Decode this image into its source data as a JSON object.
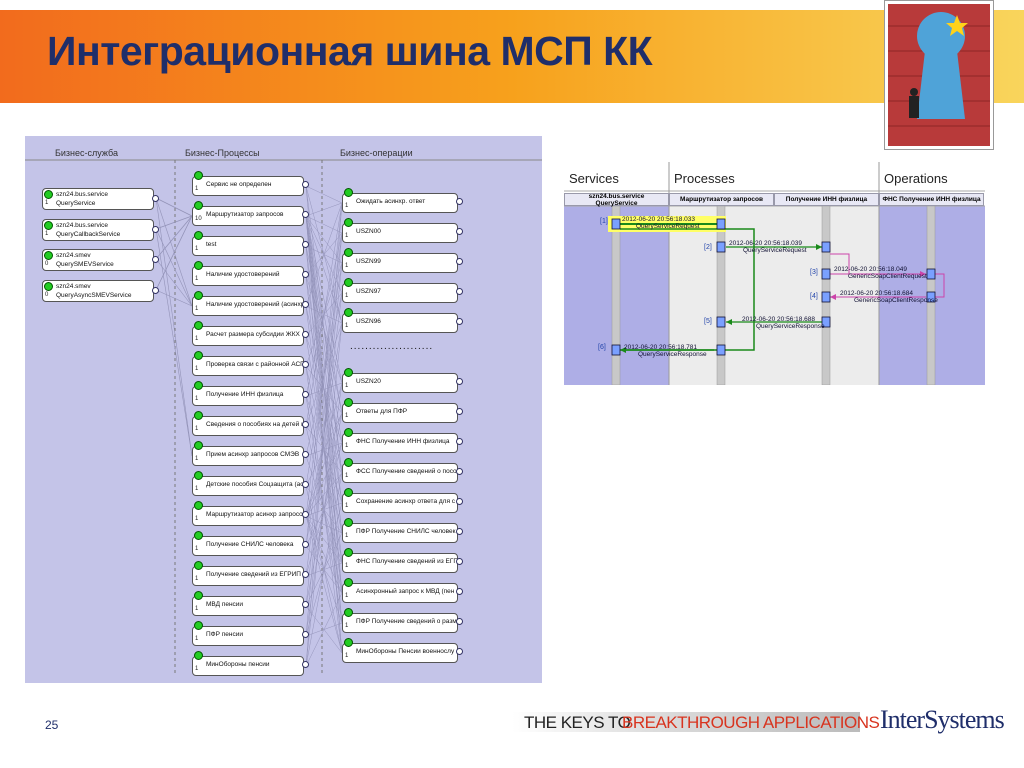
{
  "title": "Интеграционная шина МСП КК",
  "left_panel": {
    "columns": [
      "Бизнес-служба",
      "Бизнес-Процессы",
      "Бизнес-операции"
    ],
    "services": [
      {
        "line1": "szn24.bus.service",
        "line2": "QueryService",
        "count": "1"
      },
      {
        "line1": "szn24.bus.service",
        "line2": "QueryCallbackService",
        "count": "1"
      },
      {
        "line1": "szn24.smev",
        "line2": "QuerySMEVService",
        "count": "0"
      },
      {
        "line1": "szn24.smev",
        "line2": "QueryAsyncSMEVService",
        "count": "0"
      }
    ],
    "processes": [
      {
        "label": "Сервис не определен",
        "count": "1"
      },
      {
        "label": "Маршрутизатор запросов",
        "count": "10"
      },
      {
        "label": "test",
        "count": "1"
      },
      {
        "label": "Наличие удостоверений",
        "count": "1"
      },
      {
        "label": "Наличие удостоверений (асинхр",
        "count": "1"
      },
      {
        "label": "Расчет размера субсидии ЖКХ",
        "count": "1"
      },
      {
        "label": "Проверка связи с районной АСП",
        "count": "1"
      },
      {
        "label": "Получение ИНН физлица",
        "count": "1"
      },
      {
        "label": "Сведения о пособиях на детей и",
        "count": "1"
      },
      {
        "label": "Прием асинхр запросов СМЭВ",
        "count": "1"
      },
      {
        "label": "Детские пособия Соцзащита (ас",
        "count": "1"
      },
      {
        "label": "Маршрутизатор асинхр запросов",
        "count": "1"
      },
      {
        "label": "Получение СНИЛС человека",
        "count": "1"
      },
      {
        "label": "Получение сведений из ЕГРИП д",
        "count": "1"
      },
      {
        "label": "МВД пенсии",
        "count": "1"
      },
      {
        "label": "ПФР пенсии",
        "count": "1"
      },
      {
        "label": "МинОбороны пенсии",
        "count": "1"
      }
    ],
    "operations": [
      {
        "label": "Ожидать асинхр. ответ",
        "count": "1"
      },
      {
        "label": "USZN00",
        "count": "1"
      },
      {
        "label": "USZN99",
        "count": "1"
      },
      {
        "label": "USZN97",
        "count": "1"
      },
      {
        "label": "USZN96",
        "count": "1"
      },
      {
        "label": "USZN20",
        "count": "1"
      },
      {
        "label": "Ответы для ПФР",
        "count": "1"
      },
      {
        "label": "ФНС Получение ИНН физлица",
        "count": "1"
      },
      {
        "label": "ФСС Получение сведений о посо",
        "count": "1"
      },
      {
        "label": "Сохранение асинхр ответа для с",
        "count": "1"
      },
      {
        "label": "ПФР Получение СНИЛС человек",
        "count": "1"
      },
      {
        "label": "ФНС Получение сведений из ЕГП",
        "count": "1"
      },
      {
        "label": "Асинхронный запрос к МВД (пен",
        "count": "1"
      },
      {
        "label": "ПФР Получение сведений о разм",
        "count": "1"
      },
      {
        "label": "МинОбороны Пенсии военнослу",
        "count": "1"
      }
    ],
    "ellipsis": "......................"
  },
  "right_panel": {
    "headers": [
      "Services",
      "Processes",
      "Operations"
    ],
    "lanes": [
      {
        "line1": "szn24.bus.service",
        "line2": "QueryService"
      },
      {
        "line1": "Маршрутизатор запросов",
        "line2": ""
      },
      {
        "line1": "Получение ИНН физлица",
        "line2": ""
      },
      {
        "line1": "ФНС Получение ИНН физлица",
        "line2": ""
      }
    ],
    "messages": [
      {
        "step": "[1]",
        "time": "2012-06-20 20:56:18.033",
        "name": "QueryServiceRequest"
      },
      {
        "step": "[2]",
        "time": "2012-06-20 20:56:18.039",
        "name": "QueryServiceRequest"
      },
      {
        "step": "[3]",
        "time": "2012-06-20 20:56:18.049",
        "name": "GenericSoapClientRequest"
      },
      {
        "step": "[4]",
        "time": "2012-06-20 20:56:18.684",
        "name": "GenericSoapClientResponse"
      },
      {
        "step": "[5]",
        "time": "2012-06-20 20:56:18.688",
        "name": "QueryServiceResponse"
      },
      {
        "step": "[6]",
        "time": "2012-06-20 20:56:18.781",
        "name": "QueryServiceResponse"
      }
    ]
  },
  "footer": {
    "page_number": "25",
    "tagline_part1": "THE KEYS TO",
    "tagline_part2": "BREAKTHROUGH APPLICATIONS",
    "brand": "InterSystems"
  },
  "colors": {
    "banner_start": "#f26b1d",
    "banner_end": "#f9d55c",
    "title": "#1f2e6a",
    "panel": "#c4c4e8",
    "highlight": "#ffff66",
    "route": "#1a8a1a"
  },
  "icons": [
    "keyhole-logo-icon",
    "status-dot-icon",
    "port-pin-icon"
  ]
}
